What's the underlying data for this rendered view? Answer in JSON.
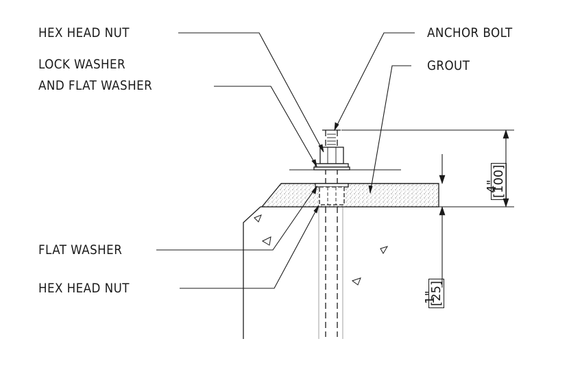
{
  "labels": {
    "hex_head_nut_top": "HEX HEAD NUT",
    "lock_washer_line1": "LOCK WASHER",
    "lock_washer_line2": "AND FLAT WASHER",
    "anchor_bolt": "ANCHOR BOLT",
    "grout": "GROUT",
    "flat_washer": "FLAT WASHER",
    "hex_head_nut_bottom": "HEX HEAD NUT"
  },
  "dimensions": {
    "projection_imperial": "4\"",
    "projection_metric": "[100]",
    "grout_imperial": "1\"",
    "grout_metric": "[25]"
  },
  "colors": {
    "line": "#1a1a1a",
    "grout_fill": "#cfcfcf"
  }
}
